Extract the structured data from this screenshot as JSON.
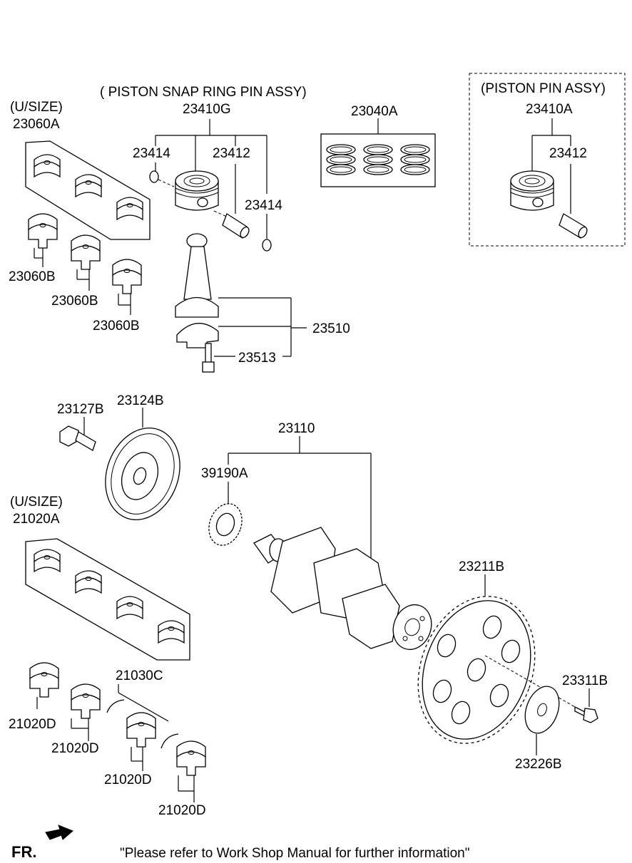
{
  "title_piston_snap_ring_pin_assy": "( PISTON  SNAP RING  PIN ASSY)",
  "title_piston_pin_assy": "(PISTON  PIN ASSY)",
  "usize_upper": "(U/SIZE)",
  "usize_lower": "(U/SIZE)",
  "footer_note": "\"Please refer to Work Shop Manual for further information\"",
  "fr_label": "FR.",
  "parts": {
    "p23060A": "23060A",
    "p23060B_1": "23060B",
    "p23060B_2": "23060B",
    "p23060B_3": "23060B",
    "p23410G": "23410G",
    "p23414_left": "23414",
    "p23412_mid": "23412",
    "p23414_right": "23414",
    "p23040A": "23040A",
    "p23410A": "23410A",
    "p23412_right": "23412",
    "p23510": "23510",
    "p23513": "23513",
    "p23127B": "23127B",
    "p23124B": "23124B",
    "p23110": "23110",
    "p39190A": "39190A",
    "p21020A": "21020A",
    "p21030C": "21030C",
    "p21020D_1": "21020D",
    "p21020D_2": "21020D",
    "p21020D_3": "21020D",
    "p21020D_4": "21020D",
    "p23211B": "23211B",
    "p23311B": "23311B",
    "p23226B": "23226B"
  }
}
